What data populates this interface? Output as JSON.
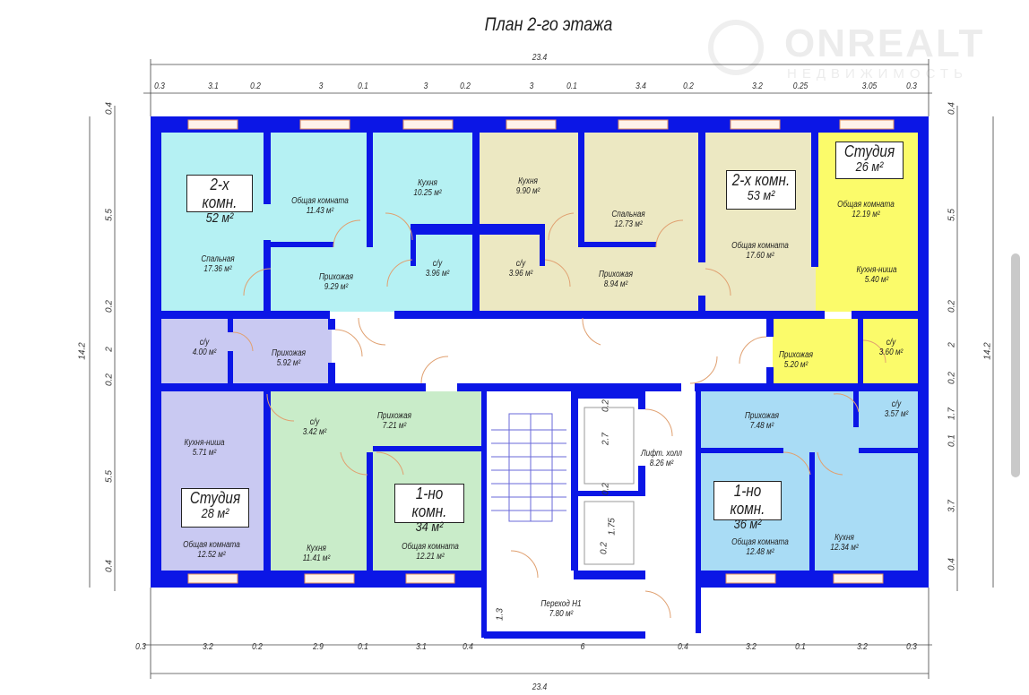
{
  "title": "План 2-го этажа",
  "watermark": {
    "brand": "ONREALT",
    "sub": "НЕДВИЖИМОСТЬ"
  },
  "colors": {
    "wall": "#0b16e6",
    "apt_52": "#b5f1f3",
    "apt_53": "#ece8c2",
    "studio_26": "#fbfb6a",
    "studio_28": "#c9c9f2",
    "apt_34": "#c9ecc9",
    "apt_36": "#a9dcf5",
    "door": "#e0a070"
  },
  "dimensions": {
    "top_total": "23.4",
    "top_segments": [
      "0.3",
      "3.1",
      "0.2",
      "3",
      "0.1",
      "3",
      "0.2",
      "3",
      "0.1",
      "3.4",
      "0.2",
      "3.2",
      "0.25",
      "3.05",
      "0.3"
    ],
    "bottom_segments": [
      "0.3",
      "3.2",
      "0.2",
      "2.9",
      "0.1",
      "3.1",
      "0.4",
      "6",
      "0.4",
      "3.2",
      "0.1",
      "3.2",
      "0.3"
    ],
    "bottom_total": "23.4",
    "left_total": "14.2",
    "left_segments": [
      "0.4",
      "5.5",
      "0.2",
      "2",
      "0.2",
      "5.5",
      "0.4"
    ],
    "right_segments": [
      "0.4",
      "5.5",
      "0.2",
      "2",
      "0.2",
      "1.7",
      "0.1",
      "3.7",
      "0.4"
    ],
    "right_total": "14.2",
    "inner": [
      "0.2",
      "2.7",
      "0.2",
      "1.75",
      "0.2",
      "1.3"
    ]
  },
  "apartments": [
    {
      "type": "2-х комн.",
      "area": "52 м²"
    },
    {
      "type": "2-х комн.",
      "area": "53 м²"
    },
    {
      "type": "Студия",
      "area": "26 м²"
    },
    {
      "type": "Студия",
      "area": "28 м²"
    },
    {
      "type": "1-но комн.",
      "area": "34 м²"
    },
    {
      "type": "1-но комн.",
      "area": "36 м²"
    }
  ],
  "rooms": [
    {
      "name": "Спальная",
      "area": "17.36 м²"
    },
    {
      "name": "Общая комната",
      "area": "11.43 м²"
    },
    {
      "name": "Кухня",
      "area": "10.25 м²"
    },
    {
      "name": "Кухня",
      "area": "9.90 м²"
    },
    {
      "name": "Прихожая",
      "area": "9.29 м²"
    },
    {
      "name": "с/у",
      "area": "3.96 м²"
    },
    {
      "name": "с/у",
      "area": "3.96 м²"
    },
    {
      "name": "Спальная",
      "area": "12.73 м²"
    },
    {
      "name": "Прихожая",
      "area": "8.94 м²"
    },
    {
      "name": "Общая комната",
      "area": "17.60 м²"
    },
    {
      "name": "Общая комната",
      "area": "12.19 м²"
    },
    {
      "name": "Кухня-ниша",
      "area": "5.40 м²"
    },
    {
      "name": "с/у",
      "area": "4.00 м²"
    },
    {
      "name": "Прихожая",
      "area": "5.92 м²"
    },
    {
      "name": "Прихожая",
      "area": "5.20 м²"
    },
    {
      "name": "с/у",
      "area": "3.60 м²"
    },
    {
      "name": "Кухня-ниша",
      "area": "5.71 м²"
    },
    {
      "name": "с/у",
      "area": "3.42 м²"
    },
    {
      "name": "Прихожая",
      "area": "7.21 м²"
    },
    {
      "name": "Прихожая",
      "area": "7.48 м²"
    },
    {
      "name": "с/у",
      "area": "3.57 м²"
    },
    {
      "name": "Общая комната",
      "area": "12.52 м²"
    },
    {
      "name": "Кухня",
      "area": "11.41 м²"
    },
    {
      "name": "Общая комната",
      "area": "12.21 м²"
    },
    {
      "name": "Лифт. холл",
      "area": "8.26 м²"
    },
    {
      "name": "Переход Н1",
      "area": "7.80 м²"
    },
    {
      "name": "Общая комната",
      "area": "12.48 м²"
    },
    {
      "name": "Кухня",
      "area": "12.34 м²"
    }
  ]
}
